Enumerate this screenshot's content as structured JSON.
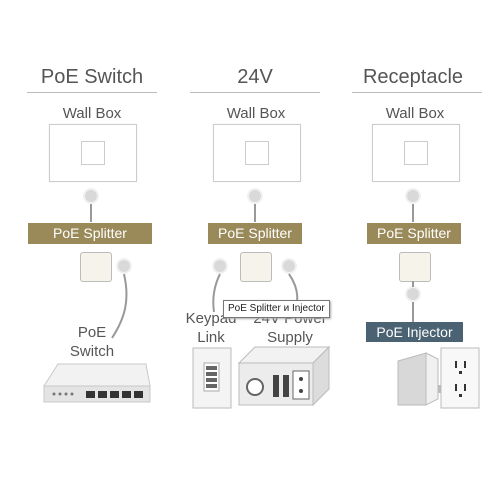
{
  "columns": [
    {
      "title": "PoE Switch",
      "wall_box": "Wall Box",
      "splitter": "PoE Splitter"
    },
    {
      "title": "24V",
      "wall_box": "Wall Box",
      "splitter": "PoE Splitter"
    },
    {
      "title": "Receptacle",
      "wall_box": "Wall Box",
      "splitter": "PoE Splitter"
    }
  ],
  "labels": {
    "poe_switch_line1": "PoE",
    "poe_switch_line2": "Switch",
    "keypad_line1": "Keypad",
    "keypad_line2": "Link",
    "power_line1": "24V Power",
    "power_line2": "Supply",
    "injector": "PoE Injector"
  },
  "tooltip": "PoE Splitter и Injector",
  "colors": {
    "splitter": "#9a8a5a",
    "injector": "#4a6272",
    "line": "#999999"
  },
  "icons": [
    "wall-box-icon",
    "poe-splitter-device-icon",
    "network-switch-icon",
    "keypad-icon",
    "power-supply-icon",
    "poe-injector-device-icon",
    "wall-receptacle-icon"
  ]
}
